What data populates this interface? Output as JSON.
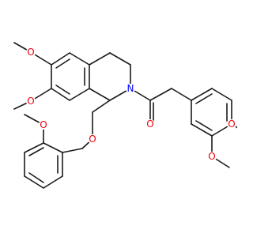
{
  "molecule": {
    "atoms": [
      {
        "id": "o_c6",
        "element": "O",
        "label": "O",
        "color": "#e8000b"
      },
      {
        "id": "o_c7",
        "element": "O",
        "label": "O",
        "color": "#e8000b"
      },
      {
        "id": "n2",
        "element": "N",
        "label": "N",
        "color": "#0000ff"
      },
      {
        "id": "o_carbonyl",
        "element": "O",
        "label": "O",
        "color": "#e8000b"
      },
      {
        "id": "o_ether",
        "element": "O",
        "label": "O",
        "color": "#e8000b"
      },
      {
        "id": "o_ortho",
        "element": "O",
        "label": "O",
        "color": "#e8000b"
      },
      {
        "id": "o_para",
        "element": "O",
        "label": "O",
        "color": "#e8000b"
      },
      {
        "id": "o_meta",
        "element": "O",
        "label": "O",
        "color": "#e8000b"
      }
    ],
    "bond_color": "#1a1a1a"
  }
}
